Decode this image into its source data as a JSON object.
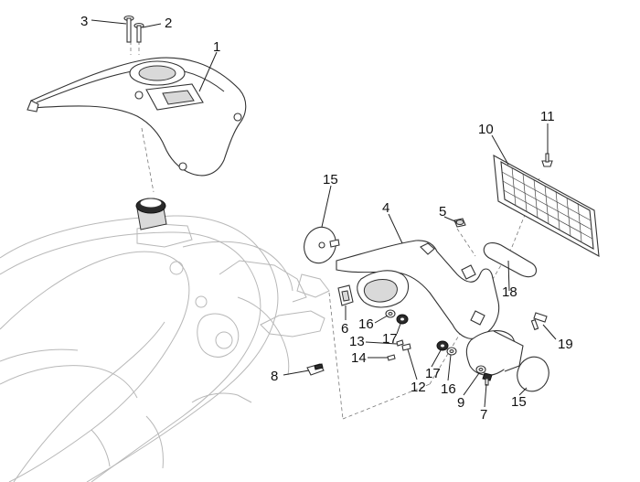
{
  "diagram": {
    "callouts": [
      {
        "id": "c3",
        "text": "3"
      },
      {
        "id": "c2",
        "text": "2"
      },
      {
        "id": "c1",
        "text": "1"
      },
      {
        "id": "c11",
        "text": "11"
      },
      {
        "id": "c10",
        "text": "10"
      },
      {
        "id": "c15a",
        "text": "15"
      },
      {
        "id": "c4",
        "text": "4"
      },
      {
        "id": "c5",
        "text": "5"
      },
      {
        "id": "c18",
        "text": "18"
      },
      {
        "id": "c6",
        "text": "6"
      },
      {
        "id": "c16a",
        "text": "16"
      },
      {
        "id": "c17a",
        "text": "17"
      },
      {
        "id": "c13",
        "text": "13"
      },
      {
        "id": "c14",
        "text": "14"
      },
      {
        "id": "c12",
        "text": "12"
      },
      {
        "id": "c17b",
        "text": "17"
      },
      {
        "id": "c16b",
        "text": "16"
      },
      {
        "id": "c9",
        "text": "9"
      },
      {
        "id": "c7",
        "text": "7"
      },
      {
        "id": "c19",
        "text": "19"
      },
      {
        "id": "c15b",
        "text": "15"
      },
      {
        "id": "c8",
        "text": "8"
      }
    ]
  }
}
